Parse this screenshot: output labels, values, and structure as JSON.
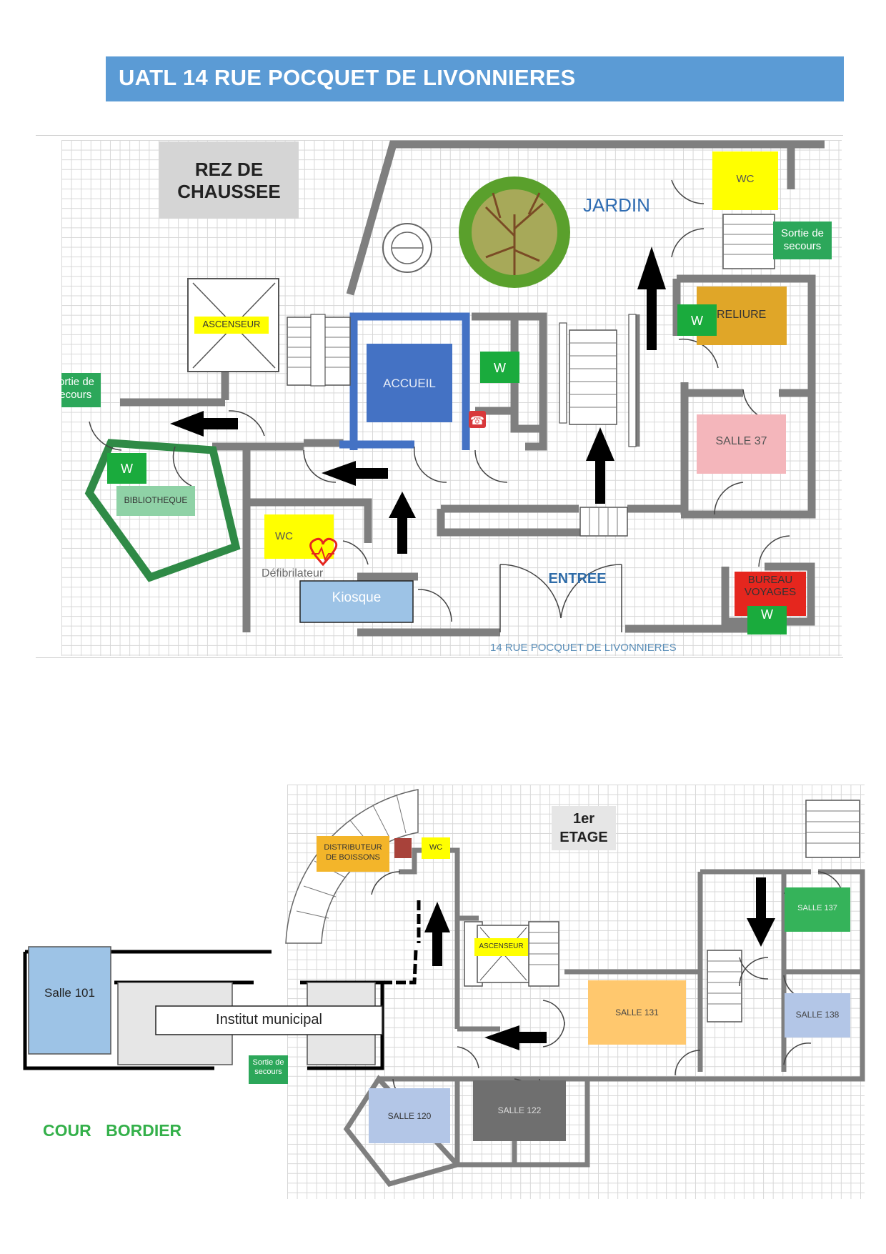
{
  "title": "UATL 14 RUE POCQUET DE LIVONNIERES",
  "ground_floor": {
    "heading_line1": "REZ DE",
    "heading_line2": "CHAUSSEE",
    "jardin": "JARDIN",
    "wc_top": "WC",
    "sortie_right_line1": "Sortie de",
    "sortie_right_line2": "secours",
    "sortie_left_line1": "Sortie de",
    "sortie_left_line2": "secours",
    "ascenseur": "ASCENSEUR",
    "accueil": "ACCUEIL",
    "reliure": "RELIURE",
    "w_reliure": "W",
    "w_accueil": "W",
    "w_biblio": "W",
    "w_bureau": "W",
    "bibliotheque": "BIBLIOTHEQUE",
    "salle_37": "SALLE 37",
    "wc_bottom": "WC",
    "defibrillateur": "Défibrilateur",
    "kiosque": "Kiosque",
    "entree": "ENTREE",
    "bureau_line1": "BUREAU",
    "bureau_line2": "VOYAGES",
    "street": "14 RUE POCQUET DE LIVONNIERES",
    "colors": {
      "wc": "#ffff00",
      "accueil": "#4472c4",
      "reliure": "#e0a628",
      "salle37": "#f4b6bb",
      "bureau": "#e5261e",
      "w": "#1aab3d",
      "biblio_wall": "#2f8a46",
      "kiosque": "#9dc3e6"
    }
  },
  "first_floor": {
    "heading_line1": "1er",
    "heading_line2": "ETAGE",
    "distributeur_line1": "DISTRIBUTEUR",
    "distributeur_line2": "DE BOISSONS",
    "wc": "WC",
    "ascenseur": "ASCENSEUR",
    "salle_137": "SALLE 137",
    "salle_131": "SALLE 131",
    "salle_138": "SALLE 138",
    "salle_101": "Salle 101",
    "institut": "Institut municipal",
    "sortie_line1": "Sortie de",
    "sortie_line2": "secours",
    "salle_120": "SALLE 120",
    "salle_122": "SALLE 122",
    "colors": {
      "distributeur": "#f3b52a",
      "wc": "#ffff00",
      "salle137": "#35b35a",
      "salle131": "#ffc86e",
      "salle138": "#b3c6e7",
      "salle101": "#9dc3e6",
      "salle120": "#b3c6e7",
      "salle122": "#6f6f6f"
    }
  },
  "cour_bordier": "COUR BORDIER"
}
